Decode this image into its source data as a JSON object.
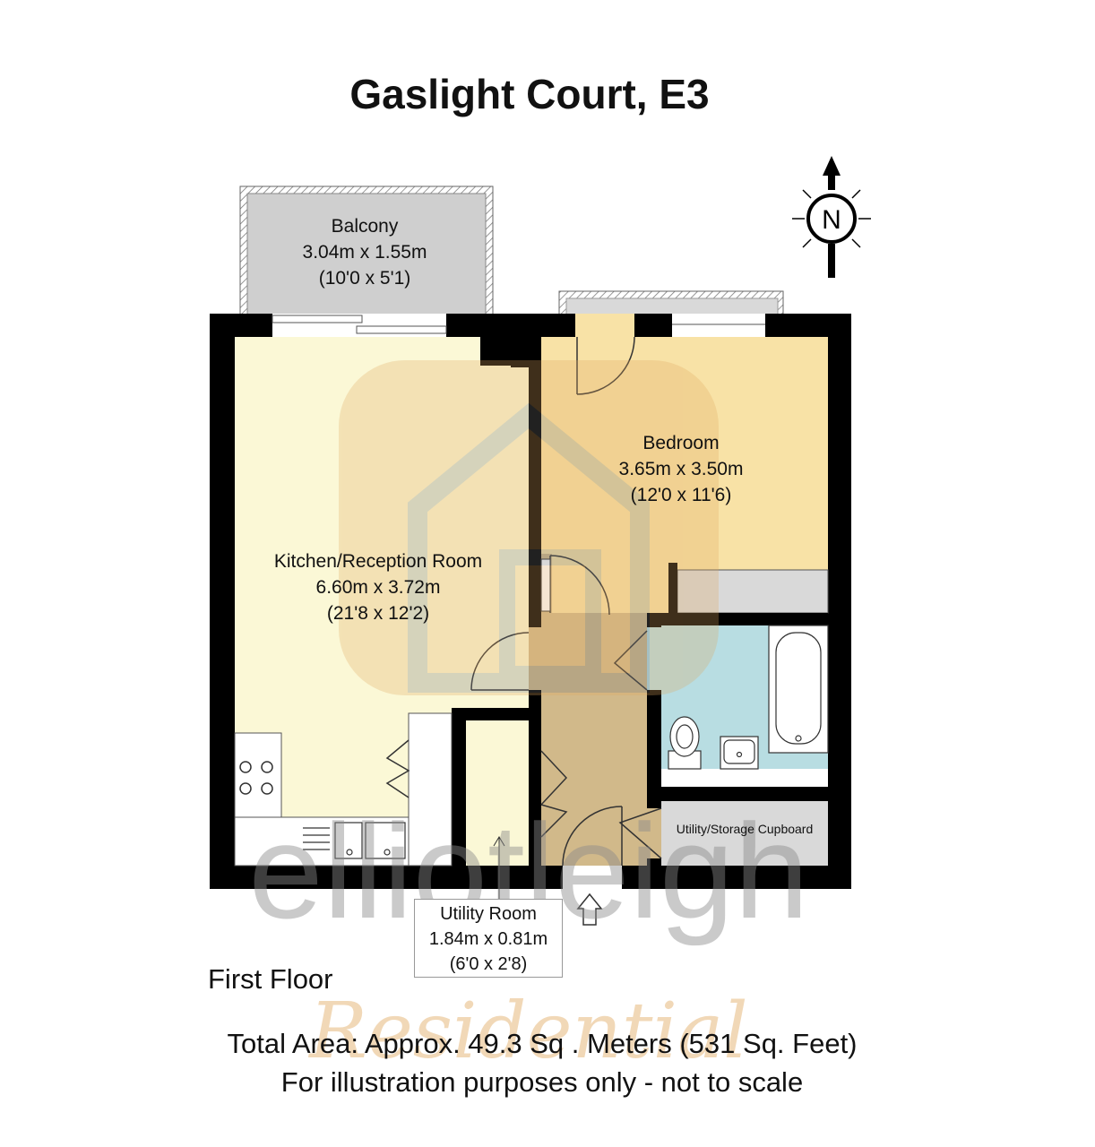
{
  "title": "Gaslight Court,  E3",
  "rooms": {
    "balcony": {
      "name": "Balcony",
      "size_m": "3.04m x 1.55m",
      "size_ft": "(10'0 x 5'1)"
    },
    "kitchen": {
      "name": "Kitchen/Reception Room",
      "size_m": "6.60m x 3.72m",
      "size_ft": "(21'8 x 12'2)"
    },
    "bedroom": {
      "name": "Bedroom",
      "size_m": "3.65m x 3.50m",
      "size_ft": "(12'0 x 11'6)"
    },
    "utility": {
      "name": "Utility Room",
      "size_m": "1.84m x 0.81m",
      "size_ft": "(6'0 x 2'8)"
    },
    "storage": {
      "name": "Utility/Storage Cupboard"
    }
  },
  "compass": {
    "label": "N"
  },
  "floor": "First Floor",
  "total_area": "Total Area: Approx. 49.3 Sq . Meters (531 Sq. Feet)",
  "disclaimer": "For illustration purposes only - not to scale",
  "watermark": {
    "brand": "elliotleigh",
    "sub": "Residential"
  },
  "colors": {
    "wall": "#000000",
    "kitchen_floor": "#fbf8d6",
    "bedroom_floor": "#f8e2a6",
    "hallway_floor": "#d1b98a",
    "bathroom_floor": "#b8dde2",
    "balcony_floor": "#cfcfcf",
    "storage_floor": "#d9d9d9",
    "watermark_orange": "#e0a860"
  }
}
